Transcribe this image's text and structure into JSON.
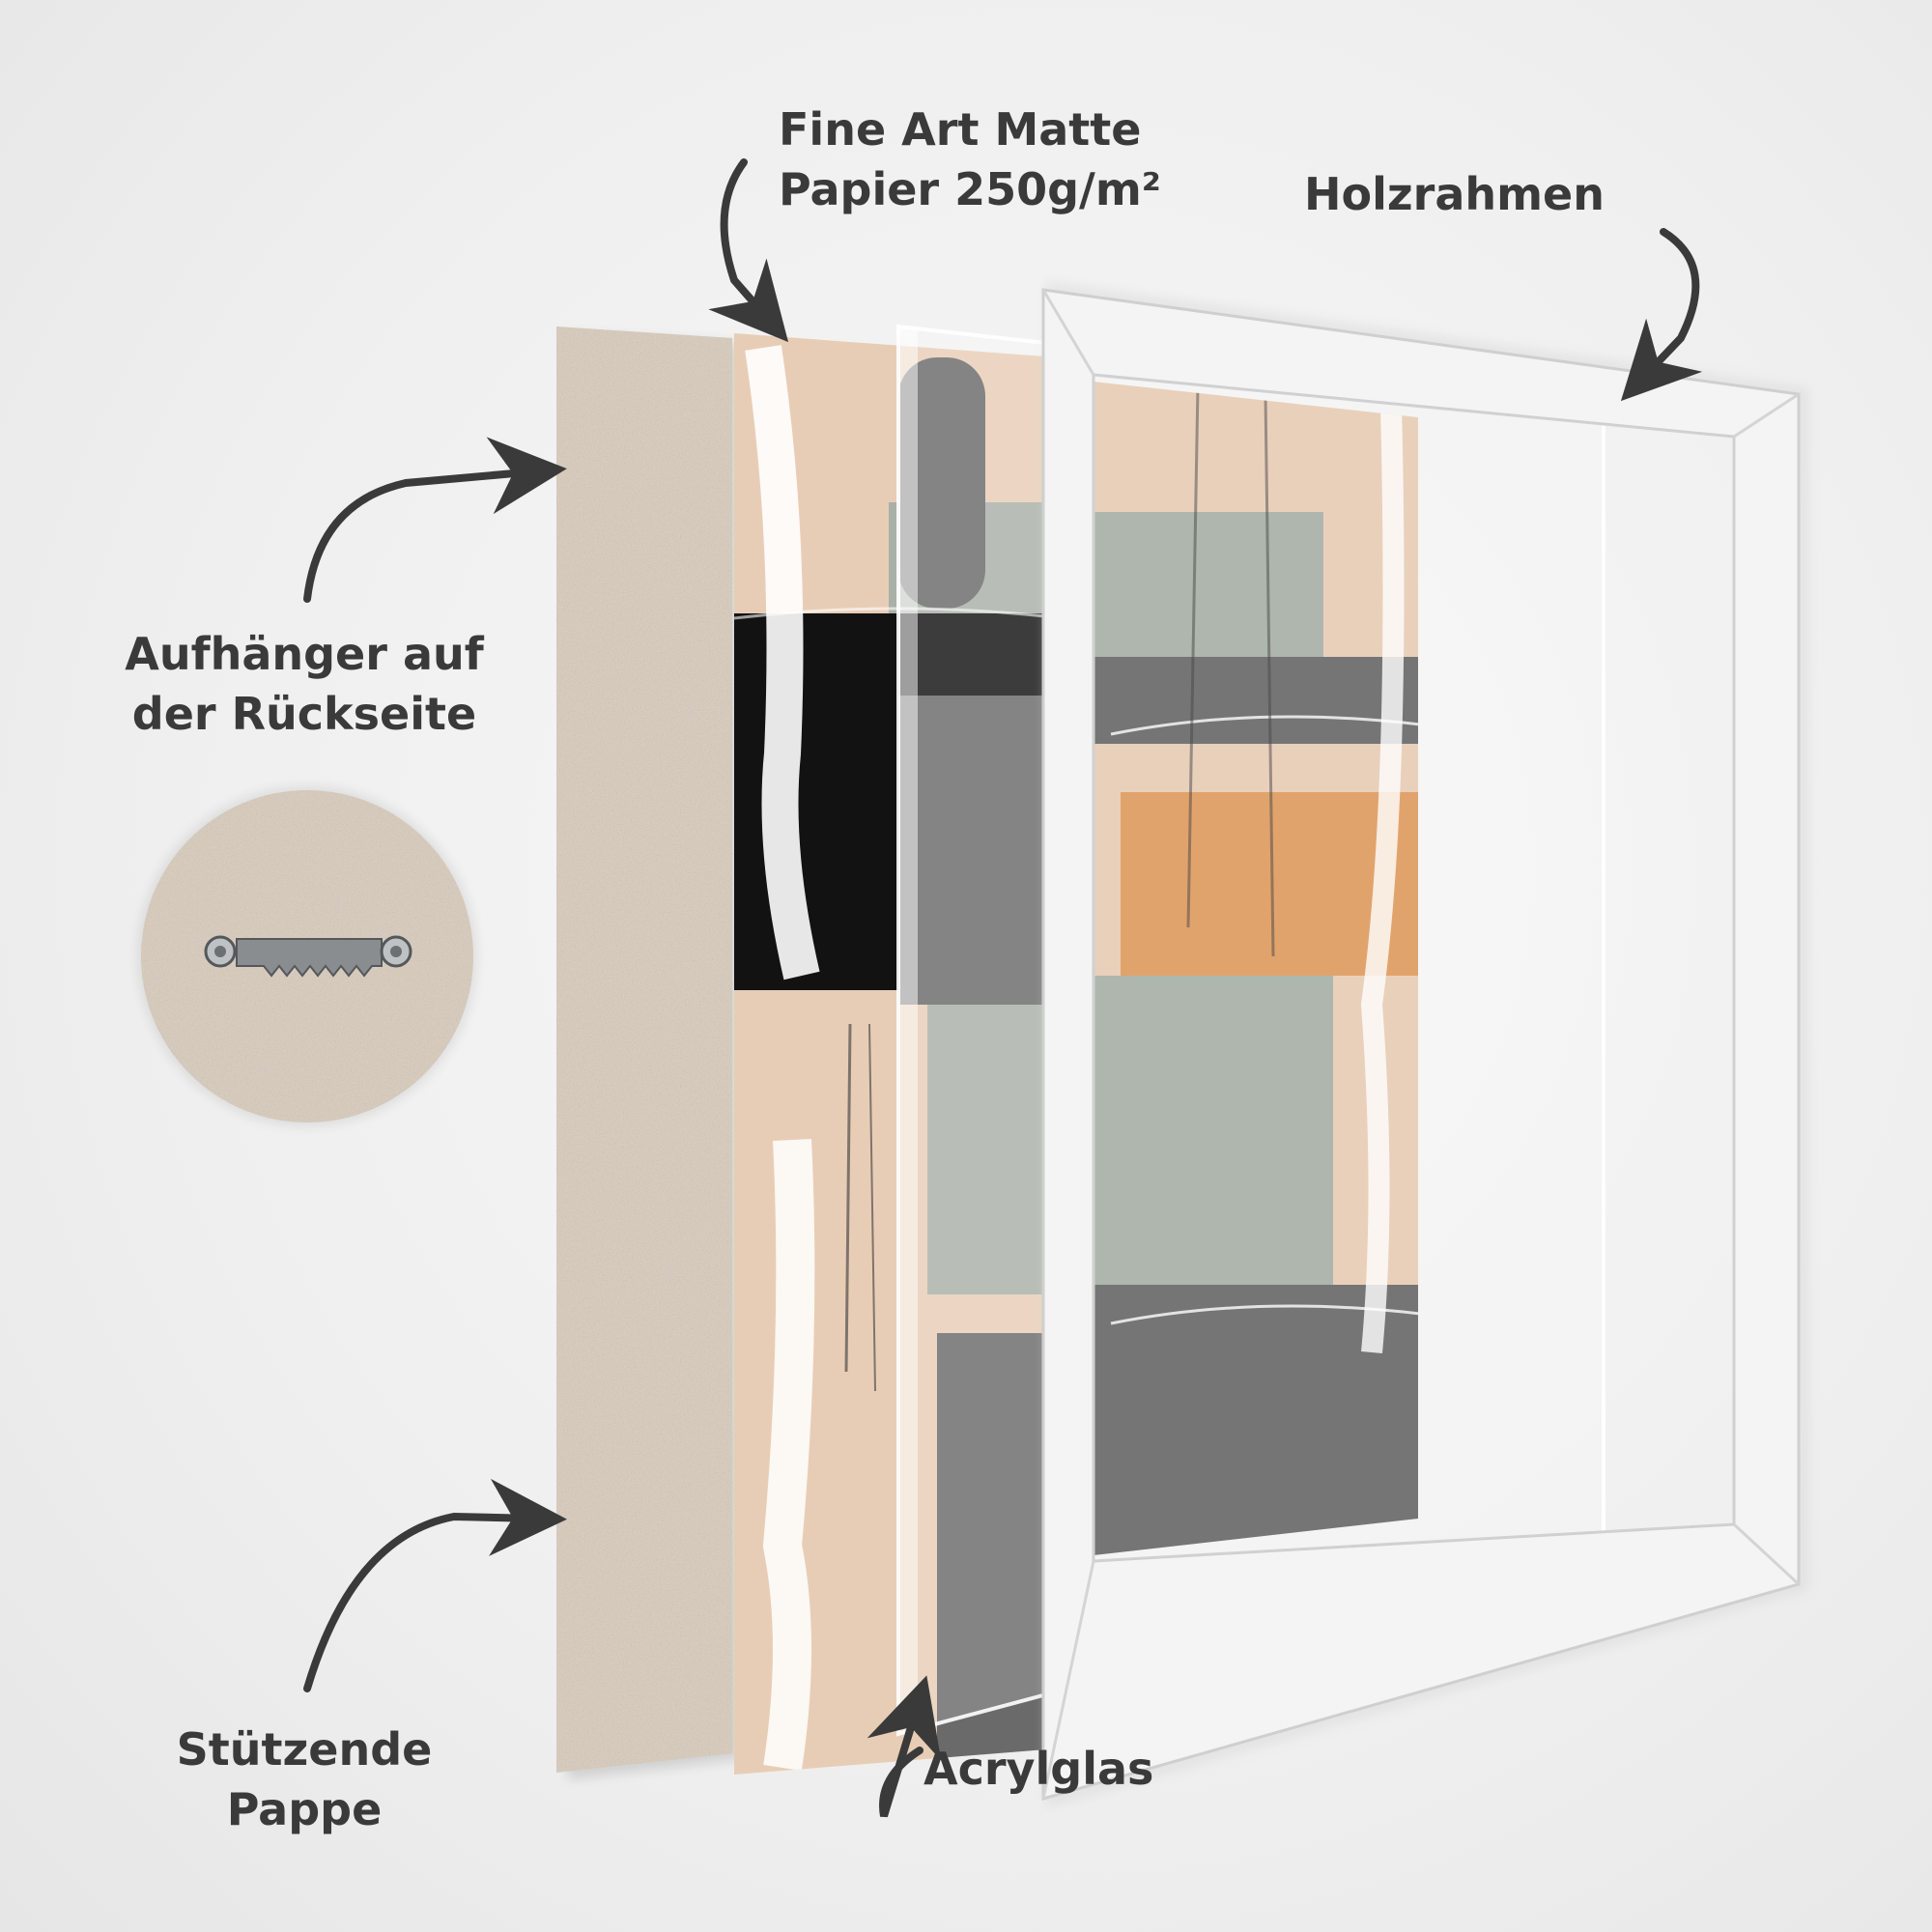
{
  "labels": {
    "paper": {
      "line1": "Fine Art Matte",
      "line2": "Papier 250g/m²"
    },
    "frame": "Holzrahmen",
    "hanger": {
      "line1": "Aufhänger auf",
      "line2": "der Rückseite"
    },
    "cardboard": {
      "line1": "Stützende",
      "line2": "Pappe"
    },
    "acrylic": "Acrylglas"
  },
  "colors": {
    "text": "#3a3a3a",
    "arrow": "#3a3a3a",
    "cardboard": "#d6cbbd",
    "art_beige": "#e8cdb6",
    "art_sage": "#a9b0a8",
    "art_charcoal": "#6a6a6a",
    "art_black": "#121212",
    "art_orange": "#df9c60",
    "frame": "#f4f4f4"
  },
  "icons": [
    "arrow-icon",
    "sawtooth-hanger-icon"
  ]
}
